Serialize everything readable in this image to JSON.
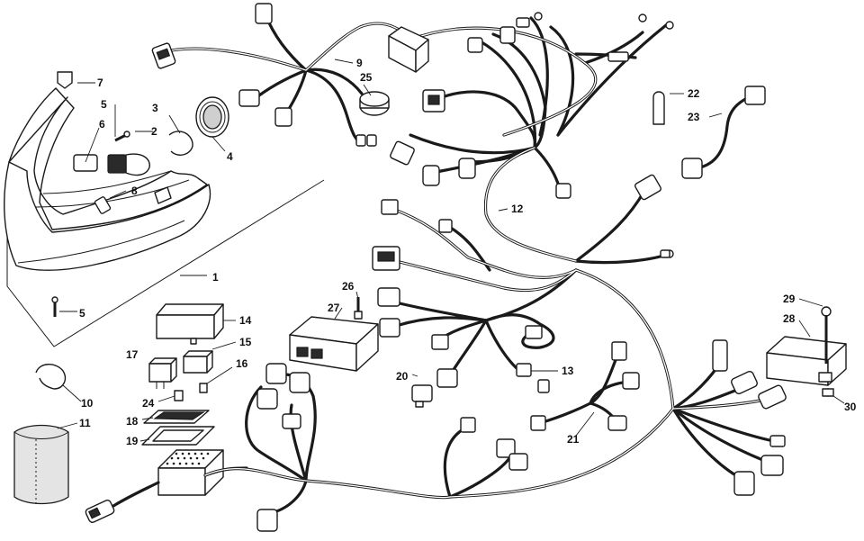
{
  "callouts": {
    "c1": "1",
    "c2": "2",
    "c3": "3",
    "c4": "4",
    "c5a": "5",
    "c5b": "5",
    "c6": "6",
    "c7": "7",
    "c8": "8",
    "c9": "9",
    "c10": "10",
    "c11": "11",
    "c12": "12",
    "c13": "13",
    "c14": "14",
    "c15": "15",
    "c16": "16",
    "c17": "17",
    "c18": "18",
    "c19": "19",
    "c20": "20",
    "c21": "21",
    "c22": "22",
    "c23": "23",
    "c24": "24",
    "c25": "25",
    "c26": "26",
    "c27": "27",
    "c28": "28",
    "c29": "29",
    "c30": "30"
  },
  "colors": {
    "line": "#1a1a1a",
    "background": "#ffffff",
    "shade": "#cfcfcf"
  }
}
